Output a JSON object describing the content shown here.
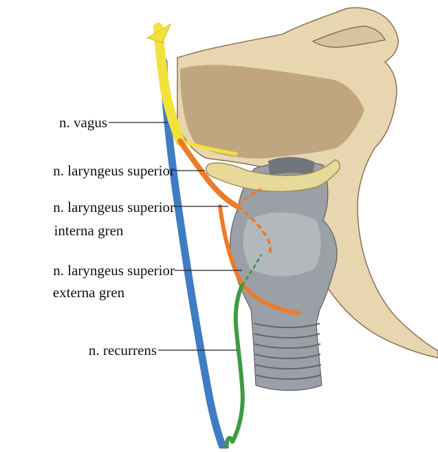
{
  "labels": {
    "vagus": "n. vagus",
    "laryngeus_superior": "n. laryngeus superior",
    "interna_line1": "n. laryngeus superior",
    "interna_line2": "interna gren",
    "externa_line1": "n. laryngeus superior",
    "externa_line2": "externa gren",
    "recurrens": "n. recurrens"
  },
  "colors": {
    "vagus": "#f3e23a",
    "vagus_blue": "#3f7cc4",
    "laryngeus": "#ee7a2a",
    "recurrens": "#3f9a45",
    "skin": "#e6d4ad",
    "skin_shadow": "#a88a62",
    "cartilage": "#8d9398",
    "hyoid": "#e4d795",
    "leader_line": "#222222"
  }
}
